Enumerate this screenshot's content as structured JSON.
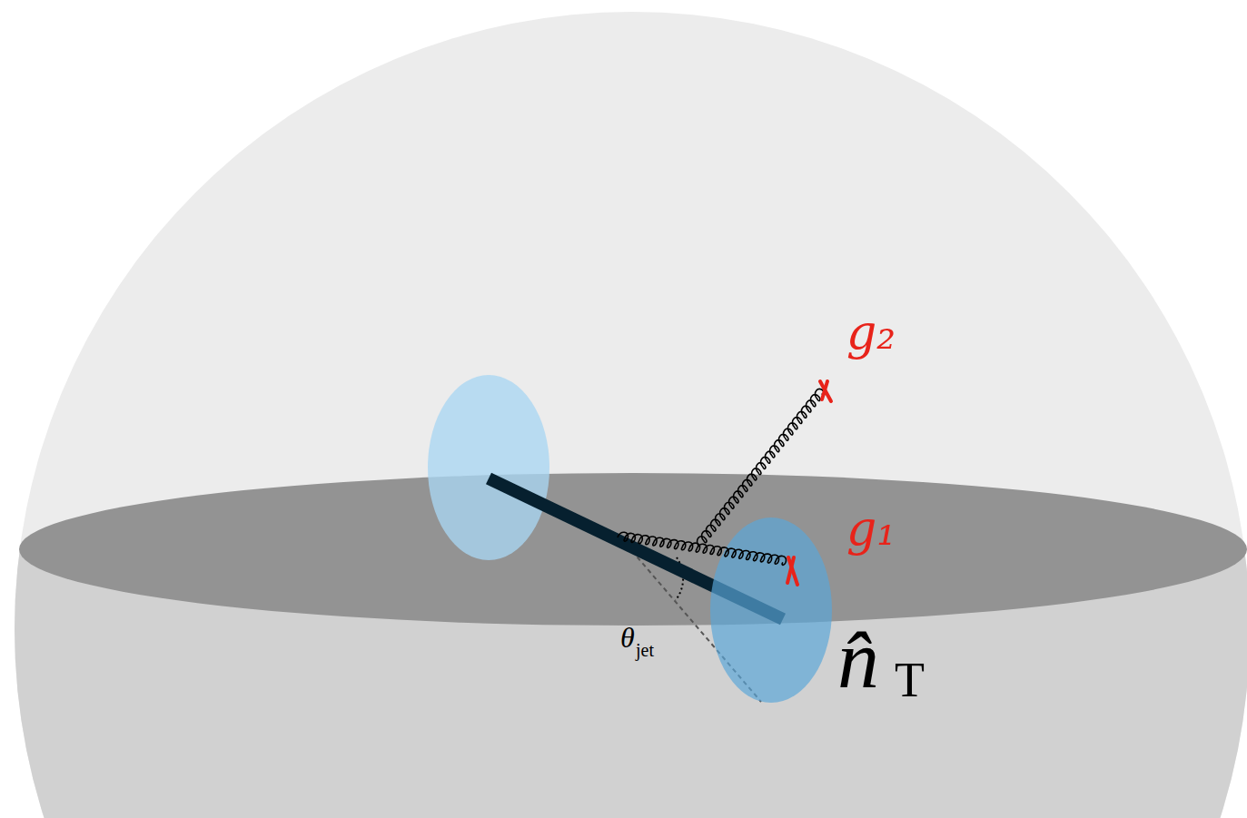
{
  "diagram": {
    "labels": [
      "g₂",
      "g₁",
      "θ",
      "jet",
      "n̂",
      "T"
    ]
  }
}
